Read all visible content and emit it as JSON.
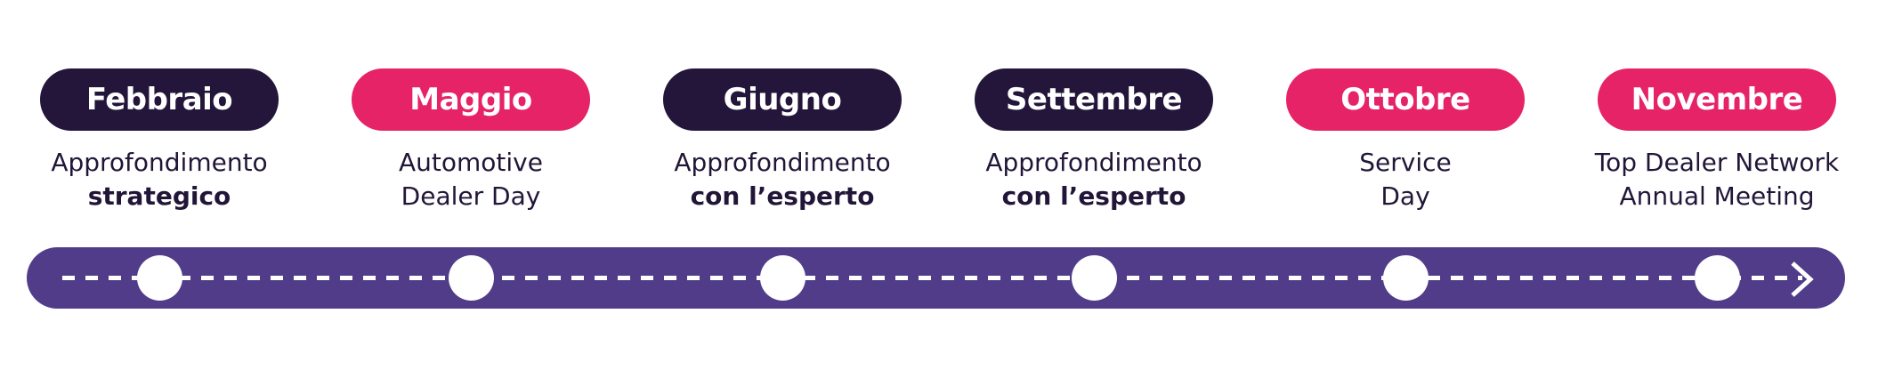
{
  "colors": {
    "dark": "#23163a",
    "pink": "#e52366",
    "bar": "#513c8a"
  },
  "milestones": [
    {
      "month": "Febbraio",
      "line1": "Approfondimento",
      "line2": "strategico",
      "line2_bold": true,
      "color": "dark"
    },
    {
      "month": "Maggio",
      "line1": "Automotive",
      "line2": "Dealer Day",
      "line2_bold": false,
      "color": "pink"
    },
    {
      "month": "Giugno",
      "line1": "Approfondimento",
      "line2": "con l’esperto",
      "line2_bold": true,
      "color": "dark"
    },
    {
      "month": "Settembre",
      "line1": "Approfondimento",
      "line2": "con l’esperto",
      "line2_bold": true,
      "color": "dark"
    },
    {
      "month": "Ottobre",
      "line1": "Service",
      "line2": "Day",
      "line2_bold": false,
      "color": "pink"
    },
    {
      "month": "Novembre",
      "line1": "Top Dealer Network",
      "line2": "Annual Meeting",
      "line2_bold": false,
      "color": "pink"
    }
  ],
  "arrow_icon": "chevron-right-icon"
}
